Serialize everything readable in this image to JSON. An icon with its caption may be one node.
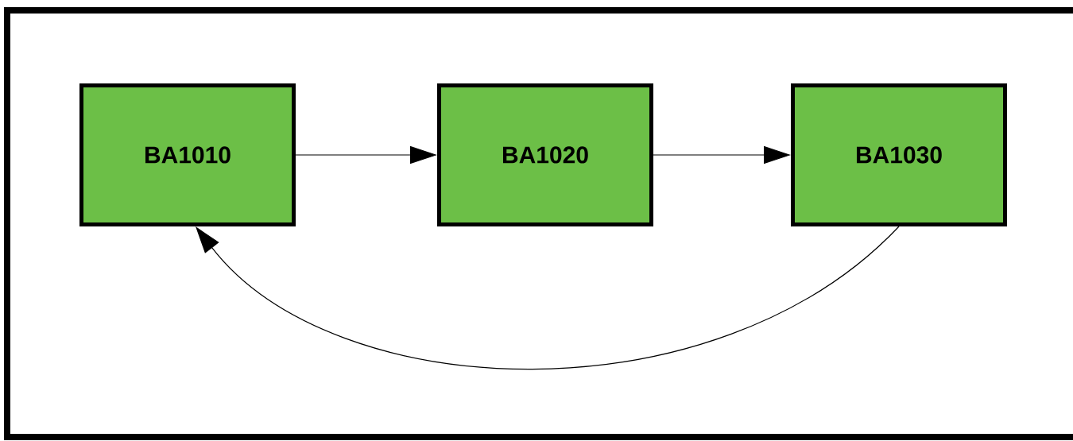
{
  "diagram": {
    "nodes": [
      {
        "text": [
          "BA1010"
        ]
      },
      {
        "text": [
          "BA1020"
        ]
      },
      {
        "text": [
          "BA1030"
        ]
      }
    ],
    "edges": [
      {
        "from": 0,
        "to": 1,
        "arrow": "to"
      },
      {
        "from": 1,
        "to": 2,
        "arrow": "to"
      },
      {
        "from": 2,
        "to": 0,
        "arrow": "to"
      }
    ]
  }
}
